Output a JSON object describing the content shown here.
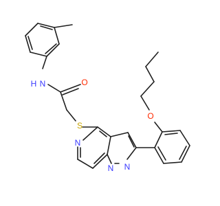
{
  "diagram": {
    "type": "chemical-structure",
    "atoms": [
      {
        "id": "N_amide",
        "label": "N",
        "color": "#3a3aff"
      },
      {
        "id": "H_amide",
        "label": "H",
        "color": "#3a3aff"
      },
      {
        "id": "O_carbonyl",
        "label": "O",
        "color": "#ff2a00"
      },
      {
        "id": "S",
        "label": "S",
        "color": "#c8a400"
      },
      {
        "id": "O_ether",
        "label": "O",
        "color": "#ff2a00"
      },
      {
        "id": "N_pyrazine",
        "label": "N",
        "color": "#3a3aff"
      },
      {
        "id": "N_bridge",
        "label": "N",
        "color": "#3a3aff"
      },
      {
        "id": "N_pyrazole",
        "label": "N",
        "color": "#3a3aff"
      }
    ],
    "bond_color": "#1f1f1f"
  }
}
